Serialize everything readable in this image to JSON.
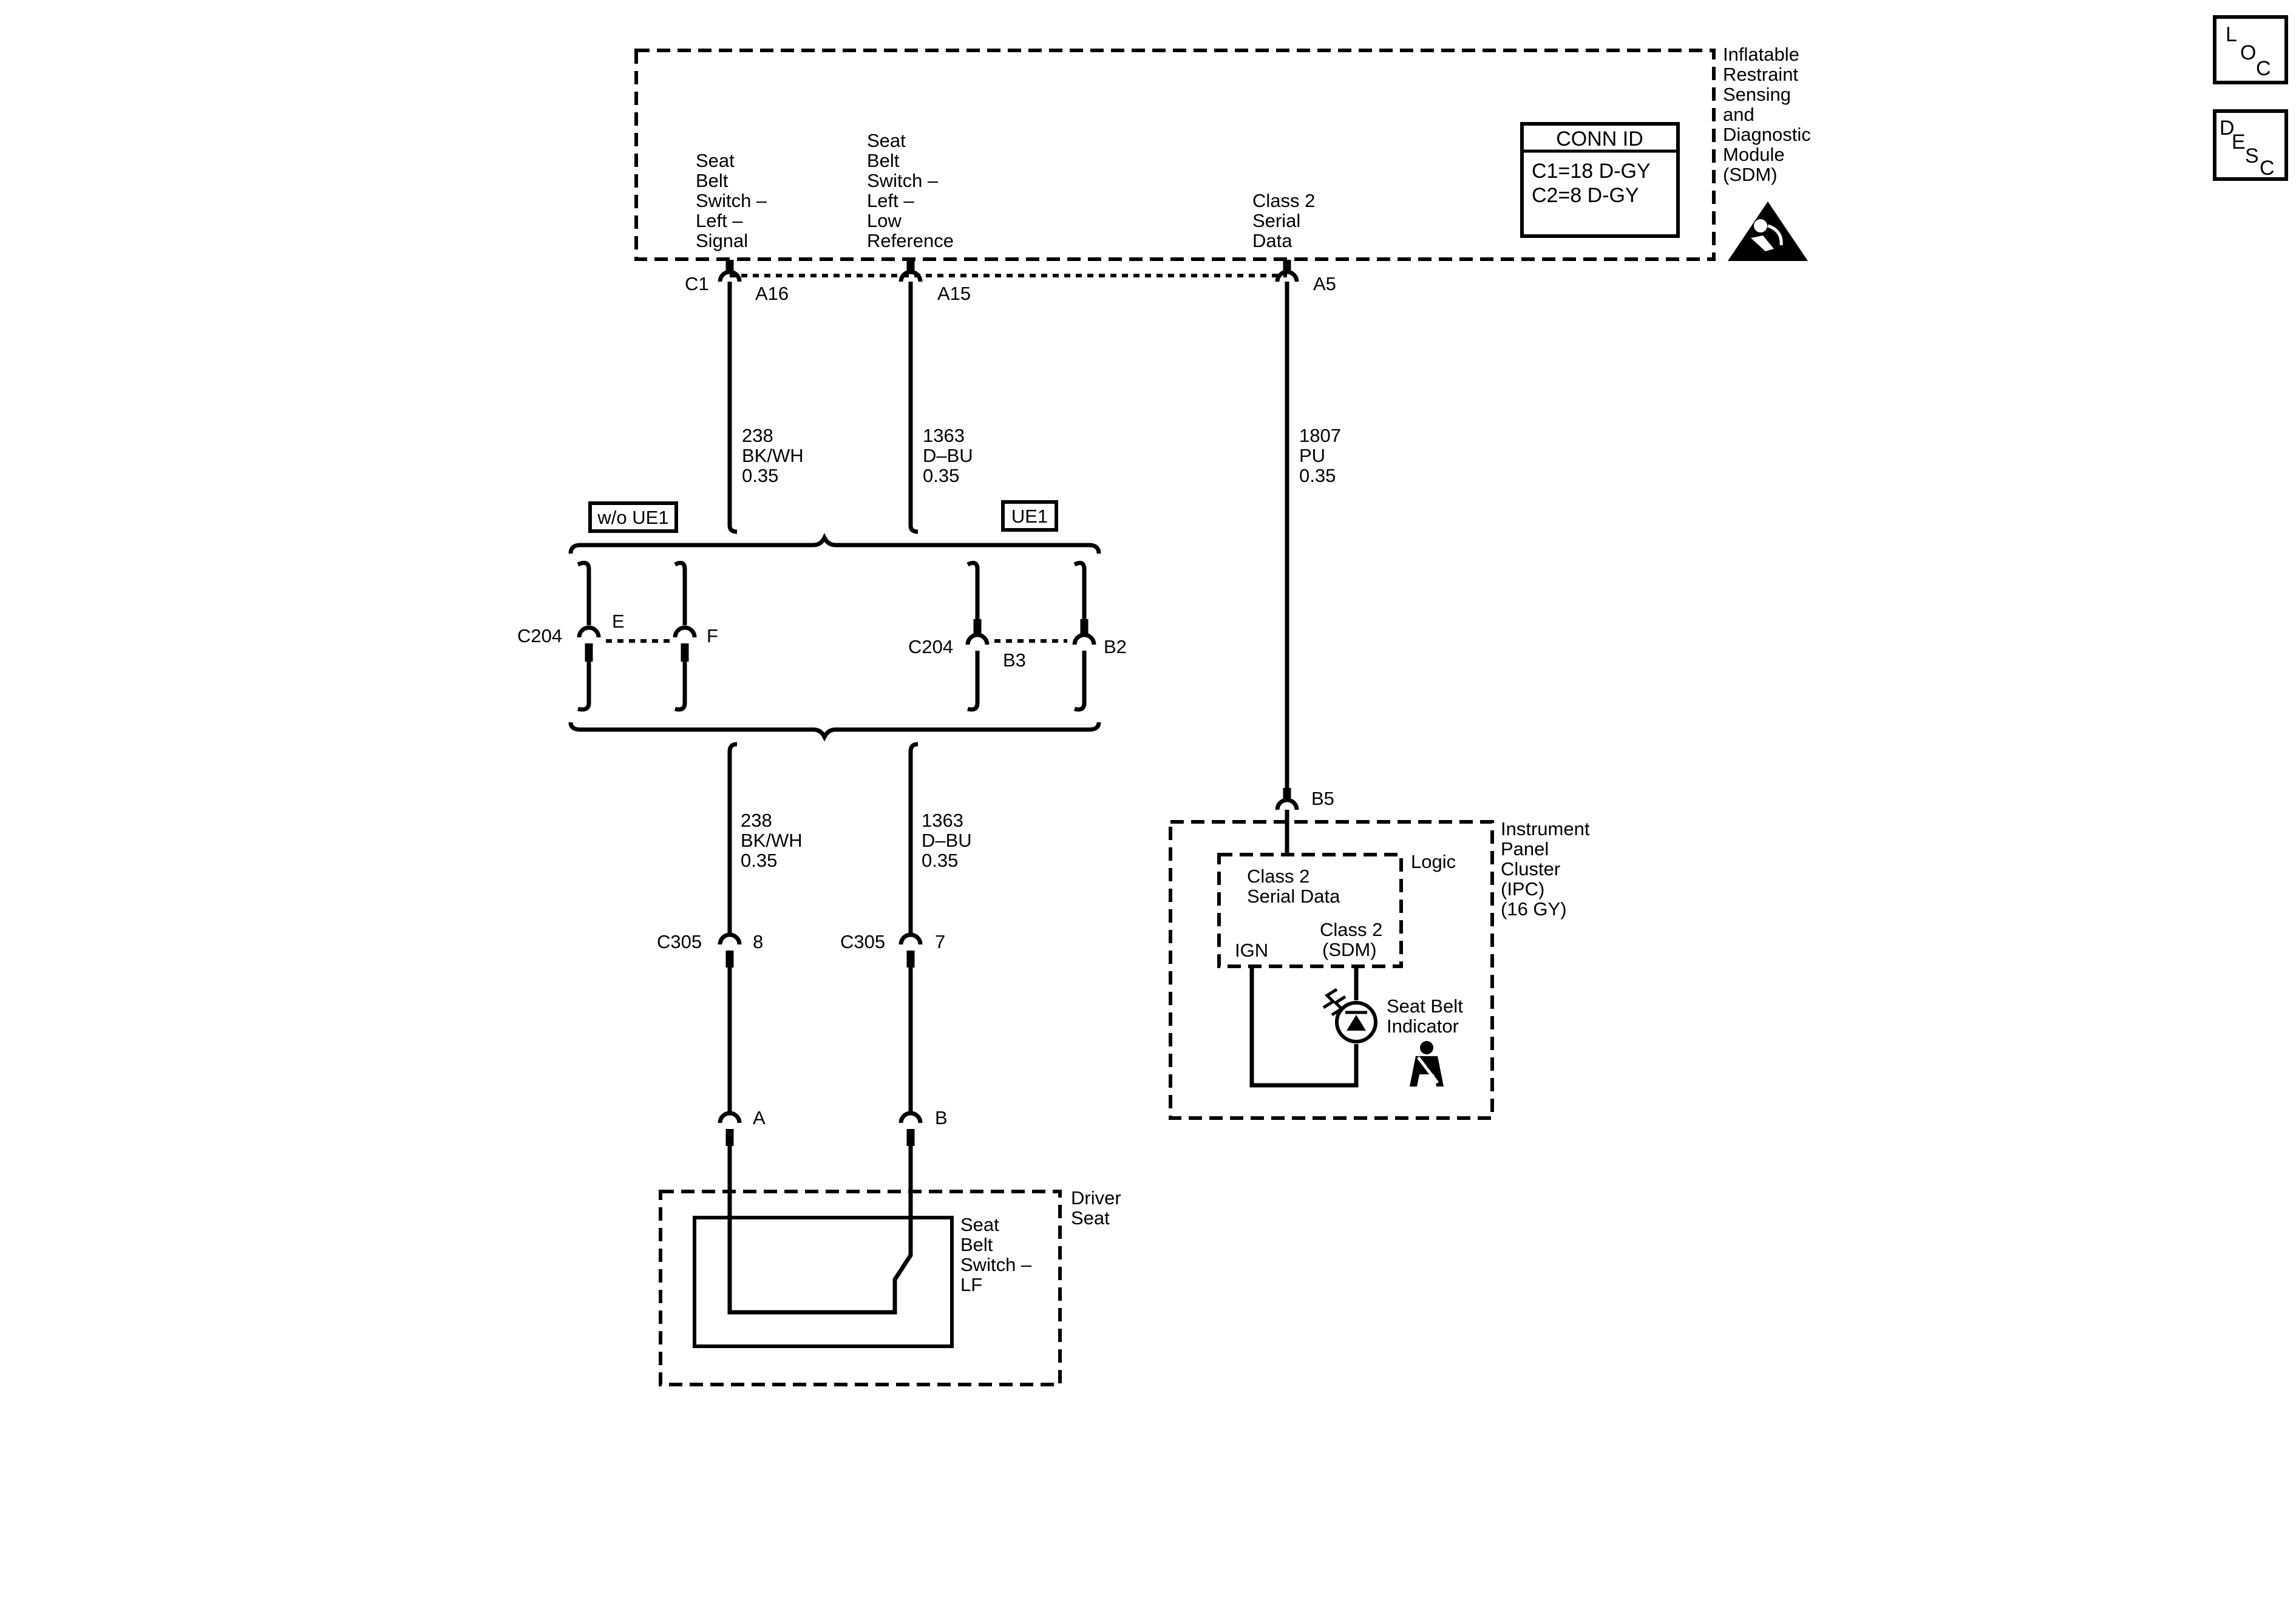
{
  "nav": {
    "loc": [
      "L",
      "O",
      "C"
    ],
    "desc": [
      "D",
      "E",
      "S",
      "C"
    ]
  },
  "sdm": {
    "name": [
      "Inflatable",
      "Restraint",
      "Sensing",
      "and",
      "Diagnostic",
      "Module",
      "(SDM)"
    ],
    "conn_id": {
      "title": "CONN ID",
      "lines": [
        "C1=18 D-GY",
        "C2=8 D-GY"
      ]
    },
    "pin_labels": {
      "signal": [
        "Seat",
        "Belt",
        "Switch –",
        "Left –",
        "Signal"
      ],
      "lowref": [
        "Seat",
        "Belt",
        "Switch –",
        "Left –",
        "Low",
        "Reference"
      ],
      "serial": [
        "Class 2",
        "Serial",
        "Data"
      ]
    },
    "connector": "C1",
    "pins": [
      "A16",
      "A15",
      "A5"
    ]
  },
  "wires": {
    "w238": [
      "238",
      "BK/WH",
      "0.35"
    ],
    "w1363": [
      "1363",
      "D–BU",
      "0.35"
    ],
    "w1807": [
      "1807",
      "PU",
      "0.35"
    ]
  },
  "options": {
    "left": "w/o UE1",
    "right": "UE1"
  },
  "c204": {
    "left_name": "C204",
    "left_pins": [
      "E",
      "F"
    ],
    "right_name": "C204",
    "right_pins": [
      "B3",
      "B2"
    ]
  },
  "c305": {
    "name": "C305",
    "pins": [
      "8",
      "7"
    ]
  },
  "switch_pins": [
    "A",
    "B"
  ],
  "driver_seat": {
    "name": [
      "Driver",
      "Seat"
    ],
    "switch": [
      "Seat",
      "Belt",
      "Switch –",
      "LF"
    ]
  },
  "ipc": {
    "pin": "B5",
    "name": [
      "Instrument",
      "Panel",
      "Cluster",
      "(IPC)",
      "(16 GY)"
    ],
    "logic": "Logic",
    "serial": [
      "Class 2",
      "Serial Data"
    ],
    "ign": "IGN",
    "sdm": [
      "Class 2",
      "(SDM)"
    ],
    "indicator": [
      "Seat Belt",
      "Indicator"
    ]
  }
}
